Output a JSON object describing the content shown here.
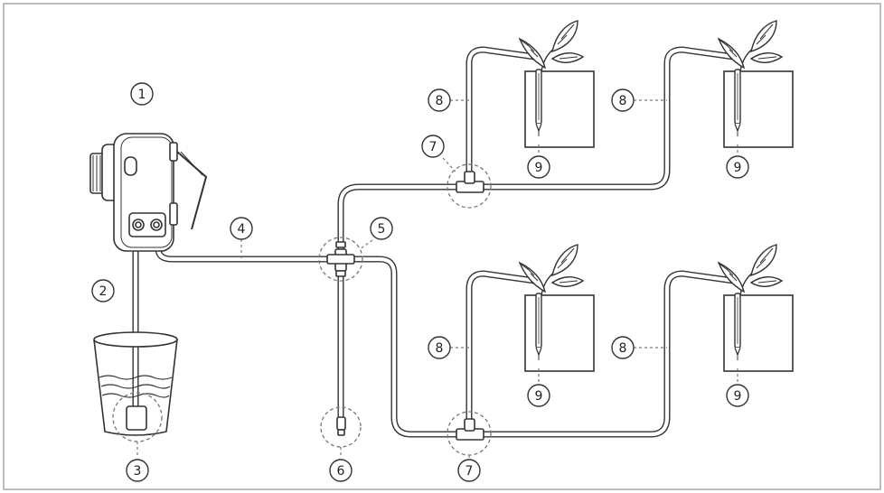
{
  "diagram": {
    "callouts": {
      "c1": "1",
      "c2": "2",
      "c3": "3",
      "c4": "4",
      "c5": "5",
      "c6": "6",
      "c7_top": "7",
      "c7_bottom": "7",
      "c8_top_left": "8",
      "c8_top_right": "8",
      "c8_bottom_left": "8",
      "c8_bottom_right": "8",
      "c9_top_left": "9",
      "c9_top_right": "9",
      "c9_bottom_left": "9",
      "c9_bottom_right": "9"
    },
    "colors": {
      "frame": "#bdbdbd",
      "line": "#333333",
      "dash": "#777777",
      "tube_fill": "#ffffff"
    }
  }
}
